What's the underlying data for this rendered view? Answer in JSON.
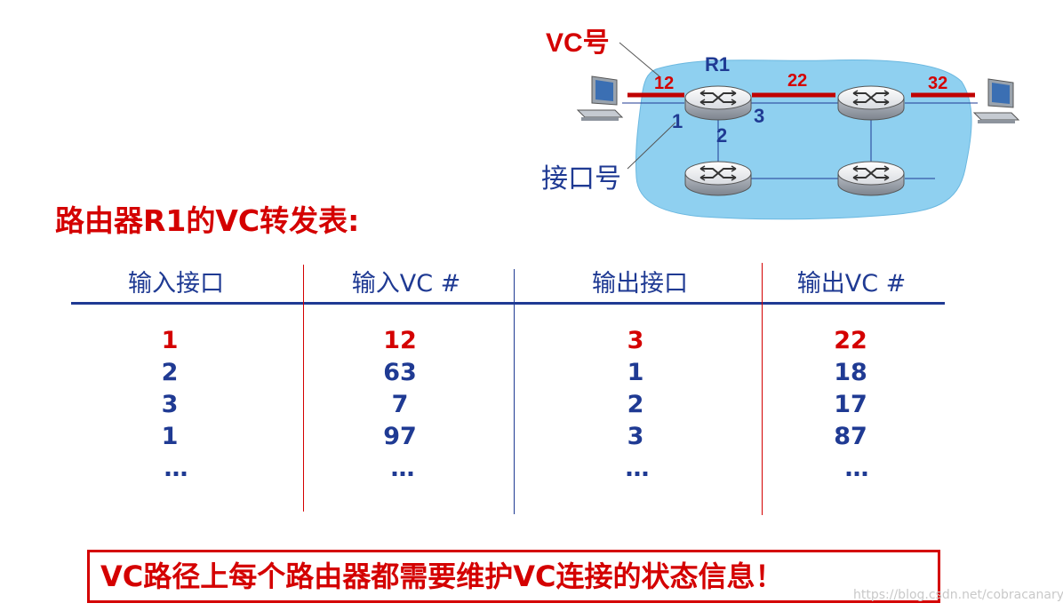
{
  "diagram": {
    "vc_number_label": "VC号",
    "interface_label": "接口号",
    "router_name": "R1",
    "vc_in": "12",
    "vc_mid": "22",
    "vc_out": "32",
    "port_in": "1",
    "port_down": "2",
    "port_out": "3",
    "colors": {
      "cloud": "#8fd0f0",
      "link_vc": "#c00000",
      "link": "#1f3a93"
    }
  },
  "table": {
    "title": "路由器R1的VC转发表:",
    "headers": [
      "输入接口",
      "输入VC #",
      "输出接口",
      "输出VC #"
    ],
    "rows": [
      [
        "1",
        "12",
        "3",
        "22"
      ],
      [
        "2",
        "63",
        "1",
        "18"
      ],
      [
        "3",
        "7",
        "2",
        "17"
      ],
      [
        "1",
        "97",
        "3",
        "87"
      ],
      [
        "…",
        "…",
        "…",
        "…"
      ]
    ]
  },
  "footer": {
    "note": "VC路径上每个路由器都需要维护VC连接的状态信息！"
  },
  "watermark": "https://blog.csdn.net/cobracanary"
}
